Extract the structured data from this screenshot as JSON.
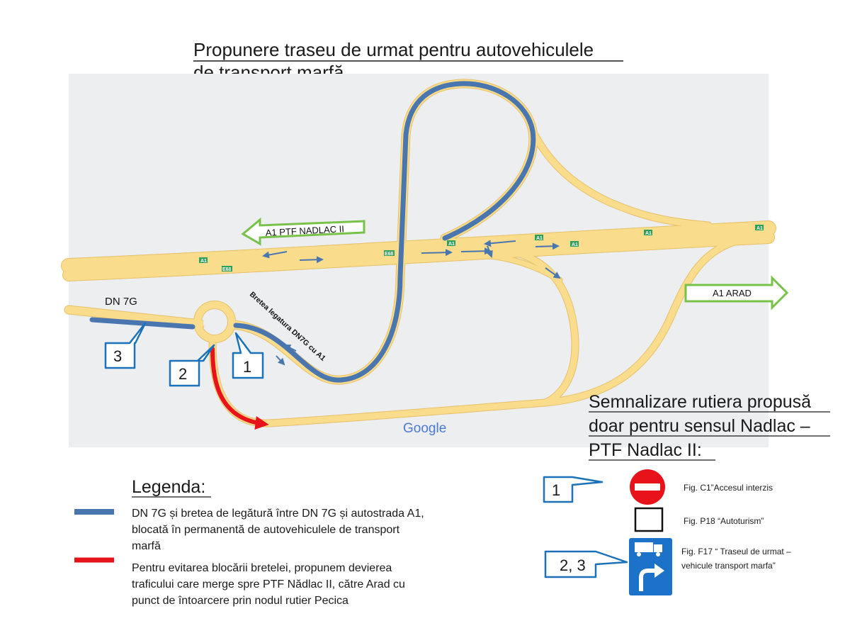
{
  "title": {
    "line1": "Propunere traseu de urmat pentru autovehiculele",
    "line2": "de transport marfă"
  },
  "map": {
    "labels": {
      "dn7g": "DN 7G",
      "bretea": "Bretea legatura DN7G cu A1",
      "a1_ptf": "A1 PTF NADLAC II",
      "a1_arad": "A1 ARAD",
      "google": "Google"
    },
    "shields": {
      "a1": "A1",
      "e68": "E68"
    },
    "callouts": {
      "c1": "1",
      "c2": "2",
      "c3": "3"
    },
    "colors": {
      "background": "#eceef0",
      "road": "#f9dc8c",
      "road_edge": "#e8c068",
      "blocked_route": "#4a76b0",
      "detour_route": "#e8121b",
      "arrow_outline": "#79c24a",
      "callout": "#1b72b8",
      "direction_arrow": "#4a76b0"
    }
  },
  "signage": {
    "heading_line1": "Semnalizare rutiera propusă",
    "heading_line2": "doar pentru sensul Nadlac –",
    "heading_line3": "PTF Nadlac II:",
    "callout_1": "1",
    "callout_23": "2, 3",
    "fig_c1": "Fig. C1”Accesul interzis",
    "fig_p18": "Fig. P18 “Autoturism”",
    "fig_f17_line1": "Fig. F17 “ Traseul de urmat –",
    "fig_f17_line2": "vehicule transport marfa”",
    "icons": [
      "no-entry-sign-icon",
      "white-panel-icon",
      "truck-route-sign-icon"
    ]
  },
  "legend": {
    "title": "Legenda:",
    "blue_line1": "DN 7G și bretea de legătură între DN 7G și autostrada A1,",
    "blue_line2": "blocată în permanentă de autovehiculele de transport",
    "blue_line3": "marfă",
    "red_line1": "Pentru evitarea blocării bretelei, propunem devierea",
    "red_line2": "traficului care merge spre PTF Nădlac II, către Arad cu",
    "red_line3": "punct de întoarcere prin nodul rutier Pecica"
  }
}
